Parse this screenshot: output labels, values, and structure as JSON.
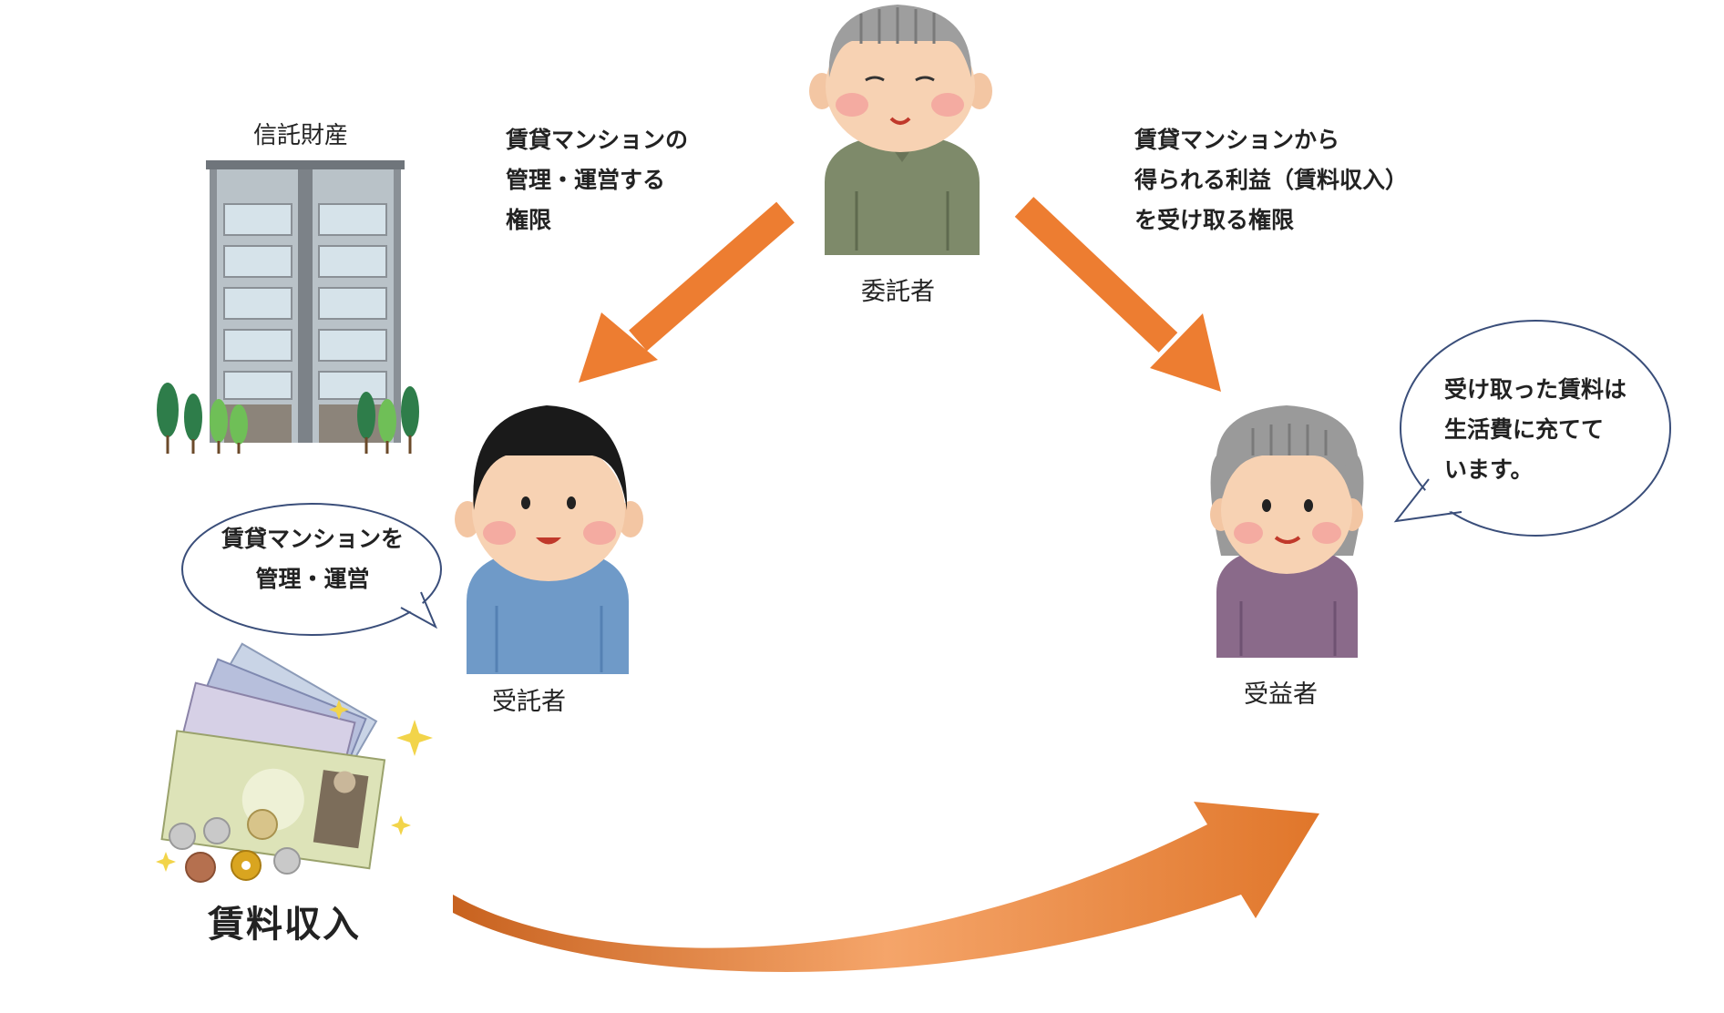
{
  "diagram": {
    "trust_property_label": "信託財産",
    "settlor_label": "委託者",
    "trustee_label": "受託者",
    "beneficiary_label": "受益者",
    "rental_income_label": "賃料収入",
    "left_arrow_caption": [
      "賃貸マンションの",
      "管理・運営する",
      "権限"
    ],
    "right_arrow_caption": [
      "賃貸マンションから",
      "得られる利益（賃料収入）",
      "を受け取る権限"
    ],
    "trustee_bubble": [
      "賃貸マンションを",
      "管理・運営"
    ],
    "beneficiary_bubble": [
      "受け取った賃料は",
      "生活費に充てて",
      "います。"
    ]
  },
  "colors": {
    "arrow": "#ed7d31",
    "bubble_border": "#3a4e7a",
    "settlor_shirt": "#7e8a6a",
    "trustee_shirt": "#6f9ac8",
    "beneficiary_shirt": "#8a6a8a"
  },
  "icons": {
    "building": "apartment-building-icon",
    "settlor": "elderly-man-icon",
    "trustee": "middle-aged-man-icon",
    "beneficiary": "elderly-woman-icon",
    "money": "banknotes-and-coins-icon"
  }
}
